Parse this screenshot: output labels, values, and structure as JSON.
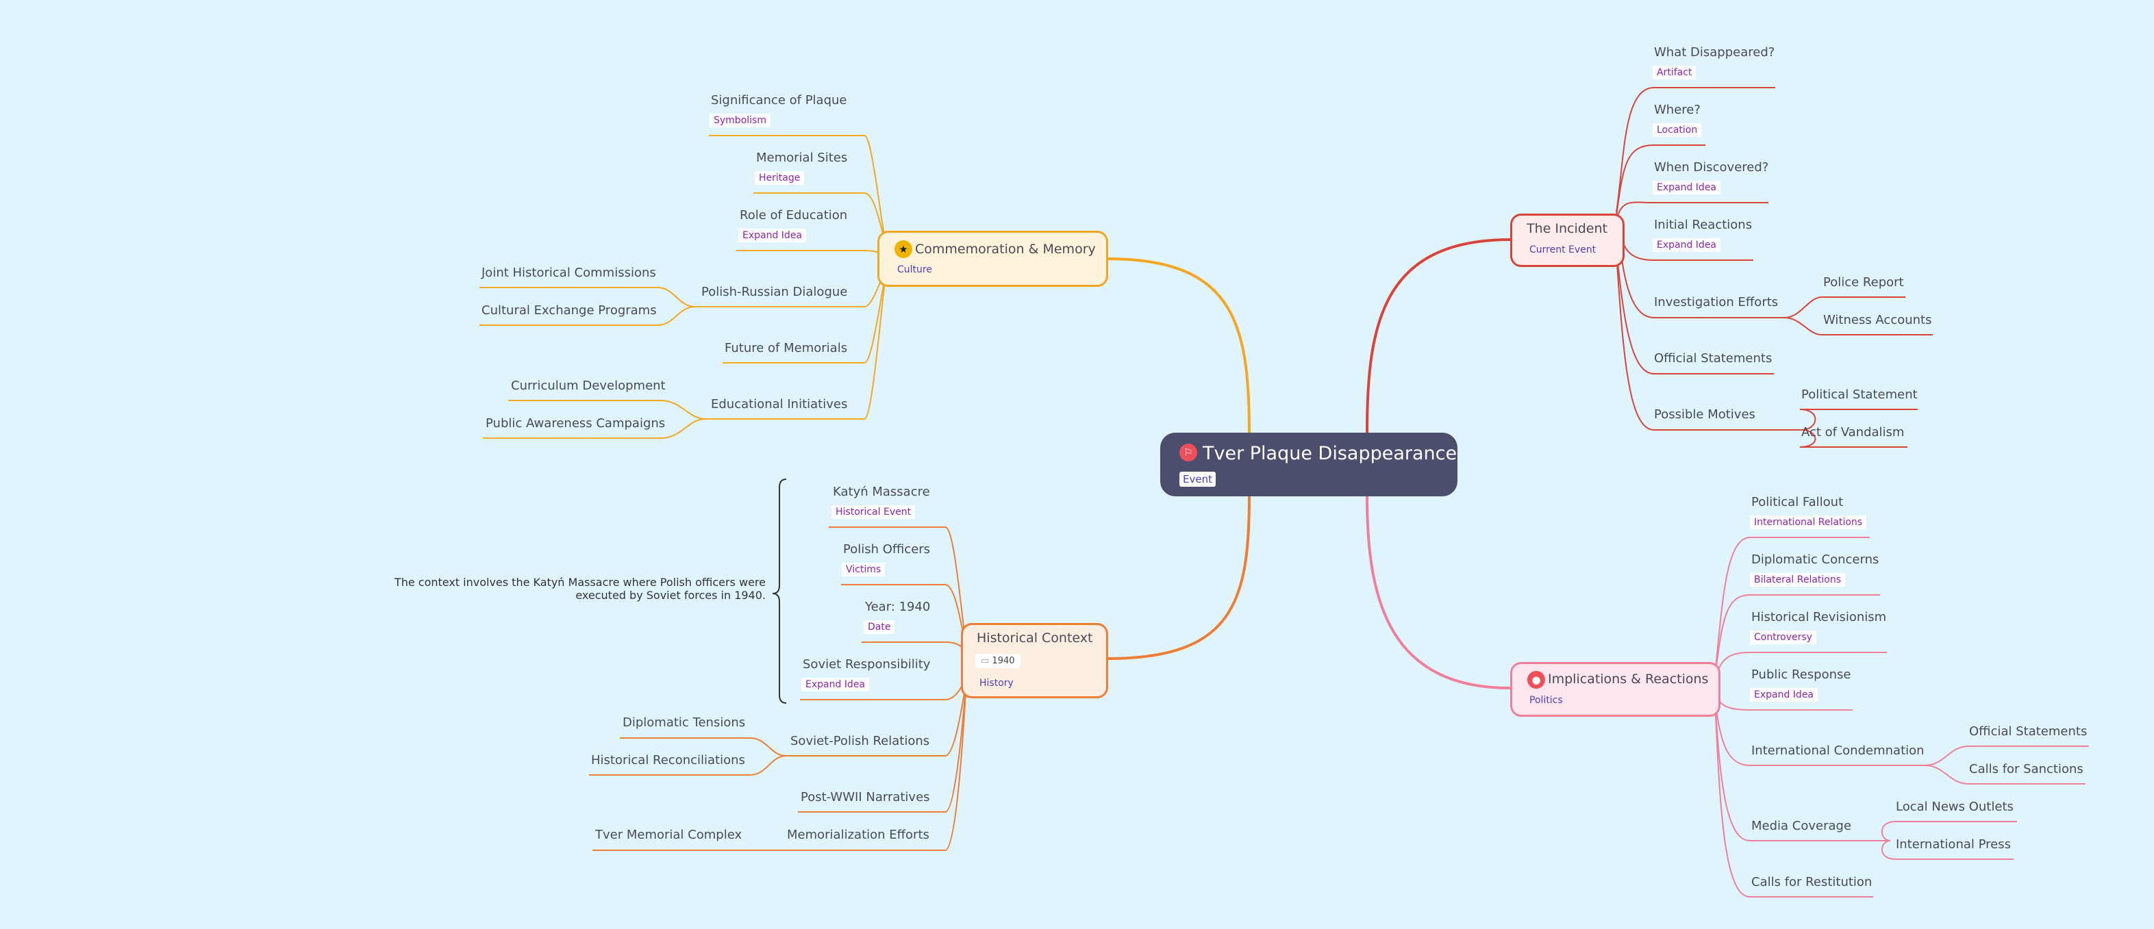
{
  "central": {
    "title": "Tver Plaque Disappearance",
    "tag": "Event",
    "icon": "flag-icon"
  },
  "incident": {
    "title": "The Incident",
    "tag": "Current Event",
    "items": [
      {
        "label": "What Disappeared?",
        "tag": "Artifact"
      },
      {
        "label": "Where?",
        "tag": "Location"
      },
      {
        "label": "When Discovered?",
        "tag": "Expand Idea"
      },
      {
        "label": "Initial Reactions",
        "tag": "Expand Idea"
      },
      {
        "label": "Investigation Efforts",
        "children": [
          "Police Report",
          "Witness Accounts"
        ]
      },
      {
        "label": "Official Statements"
      },
      {
        "label": "Possible Motives",
        "children": [
          "Political Statement",
          "Act of Vandalism"
        ]
      }
    ]
  },
  "implications": {
    "title": "Implications & Reactions",
    "tag": "Politics",
    "icon": "person-icon",
    "items": [
      {
        "label": "Political Fallout",
        "tag": "International Relations"
      },
      {
        "label": "Diplomatic Concerns",
        "tag": "Bilateral Relations"
      },
      {
        "label": "Historical Revisionism",
        "tag": "Controversy"
      },
      {
        "label": "Public Response",
        "tag": "Expand Idea"
      },
      {
        "label": "International Condemnation",
        "children": [
          "Official Statements",
          "Calls for Sanctions"
        ]
      },
      {
        "label": "Media Coverage",
        "children": [
          "Local News Outlets",
          "International Press"
        ]
      },
      {
        "label": "Calls for Restitution"
      }
    ]
  },
  "commemoration": {
    "title": "Commemoration & Memory",
    "tag": "Culture",
    "icon": "star-icon",
    "items": [
      {
        "label": "Significance of Plaque",
        "tag": "Symbolism"
      },
      {
        "label": "Memorial Sites",
        "tag": "Heritage"
      },
      {
        "label": "Role of Education",
        "tag": "Expand Idea"
      },
      {
        "label": "Polish-Russian Dialogue",
        "children": [
          "Joint Historical Commissions",
          "Cultural Exchange Programs"
        ]
      },
      {
        "label": "Future of Memorials"
      },
      {
        "label": "Educational Initiatives",
        "children": [
          "Curriculum Development",
          "Public Awareness Campaigns"
        ]
      }
    ]
  },
  "historical": {
    "title": "Historical Context",
    "tag": "History",
    "date": "1940",
    "date_icon": "calendar-icon",
    "note": "The context involves the Katyń Massacre where Polish officers were executed by Soviet forces in 1940.",
    "items": [
      {
        "label": "Katyń Massacre",
        "tag": "Historical Event"
      },
      {
        "label": "Polish Officers",
        "tag": "Victims"
      },
      {
        "label": "Year: 1940",
        "tag": "Date"
      },
      {
        "label": "Soviet Responsibility",
        "tag": "Expand Idea"
      },
      {
        "label": "Soviet-Polish Relations",
        "children": [
          "Diplomatic Tensions",
          "Historical Reconciliations"
        ]
      },
      {
        "label": "Post-WWII Narratives"
      },
      {
        "label": "Memorialization Efforts",
        "children": [
          "Tver Memorial Complex"
        ]
      }
    ]
  },
  "colors": {
    "incident": "#d9443a",
    "implications": "#f07f9a",
    "commemoration": "#f5a623",
    "historical": "#ee7d35",
    "central_bg": "#4b4e6d",
    "background": "#dff4fc"
  }
}
